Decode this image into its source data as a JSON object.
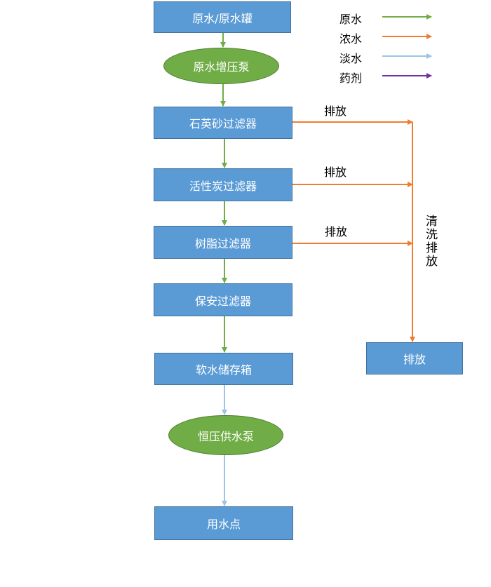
{
  "nodes": {
    "raw_tank": "原水/原水罐",
    "booster_pump": "原水增压泵",
    "quartz_filter": "石英砂过滤器",
    "carbon_filter": "活性炭过滤器",
    "resin_filter": "树脂过滤器",
    "security_filter": "保安过滤器",
    "soft_tank": "软水储存箱",
    "supply_pump": "恒压供水泵",
    "use_point": "用水点",
    "drain": "排放"
  },
  "edge_labels": {
    "drain1": "排放",
    "drain2": "排放",
    "drain3": "排放",
    "cleaning": "清洗排放"
  },
  "legend": [
    {
      "label": "原水",
      "color": "#70ad47"
    },
    {
      "label": "浓水",
      "color": "#ed7d31"
    },
    {
      "label": "淡水",
      "color": "#9dc3e6"
    },
    {
      "label": "药剂",
      "color": "#7030a0"
    }
  ]
}
